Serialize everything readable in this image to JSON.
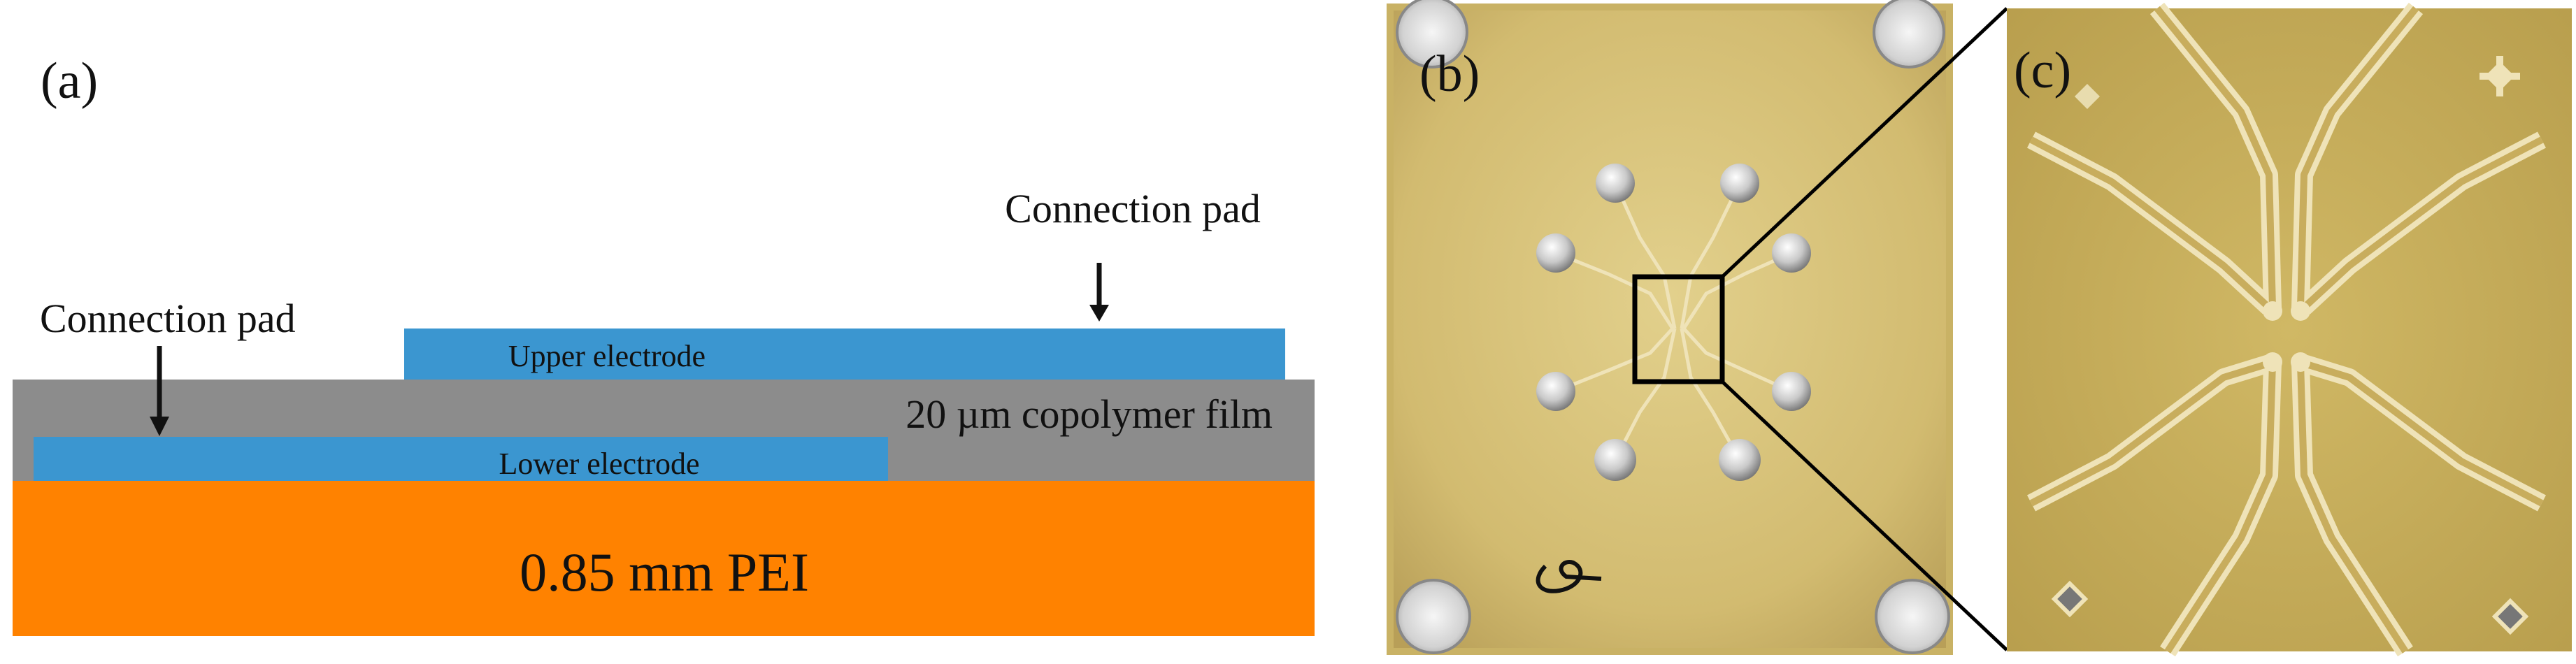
{
  "panel_a": {
    "label": "(a)",
    "connection_pad_top": "Connection pad",
    "connection_pad_left": "Connection pad",
    "upper_electrode": "Upper electrode",
    "copolymer_film": "20 µm copolymer film",
    "lower_electrode": "Lower electrode",
    "substrate": "0.85 mm PEI"
  },
  "panel_b": {
    "label": "(b)"
  },
  "panel_c": {
    "label": "(c)"
  },
  "colors": {
    "electrode": "#3b96d0",
    "copolymer": "#8c8c8c",
    "substrate": "#ff8200",
    "board": "#d6c27a",
    "trace": "#efe3b8"
  }
}
